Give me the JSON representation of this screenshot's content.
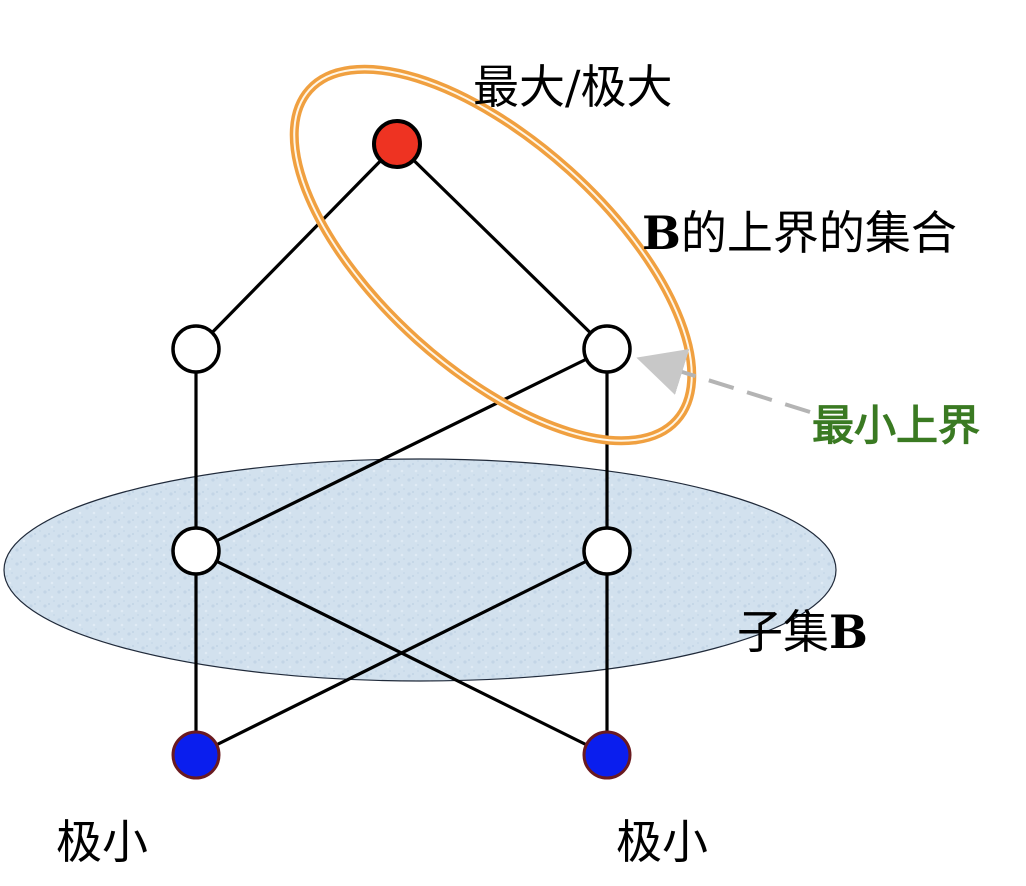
{
  "labels": {
    "maximum": "最大/极大",
    "upper_bound_set_prefix": "B",
    "upper_bound_set_rest": "的上界的集合",
    "least_upper_bound": "最小上界",
    "subset_prefix": "子集",
    "subset_suffix": "B",
    "minimal_left": "极小",
    "minimal_right": "极小"
  },
  "colors": {
    "top_node": "#ee3322",
    "bottom_node": "#0a1eee",
    "upper_bound_ring": "#f0a040",
    "subset_fill": "#d0e0ee",
    "least_upper_bound_text": "#3a7a22",
    "pointer_arrow": "#b4b4b4"
  }
}
